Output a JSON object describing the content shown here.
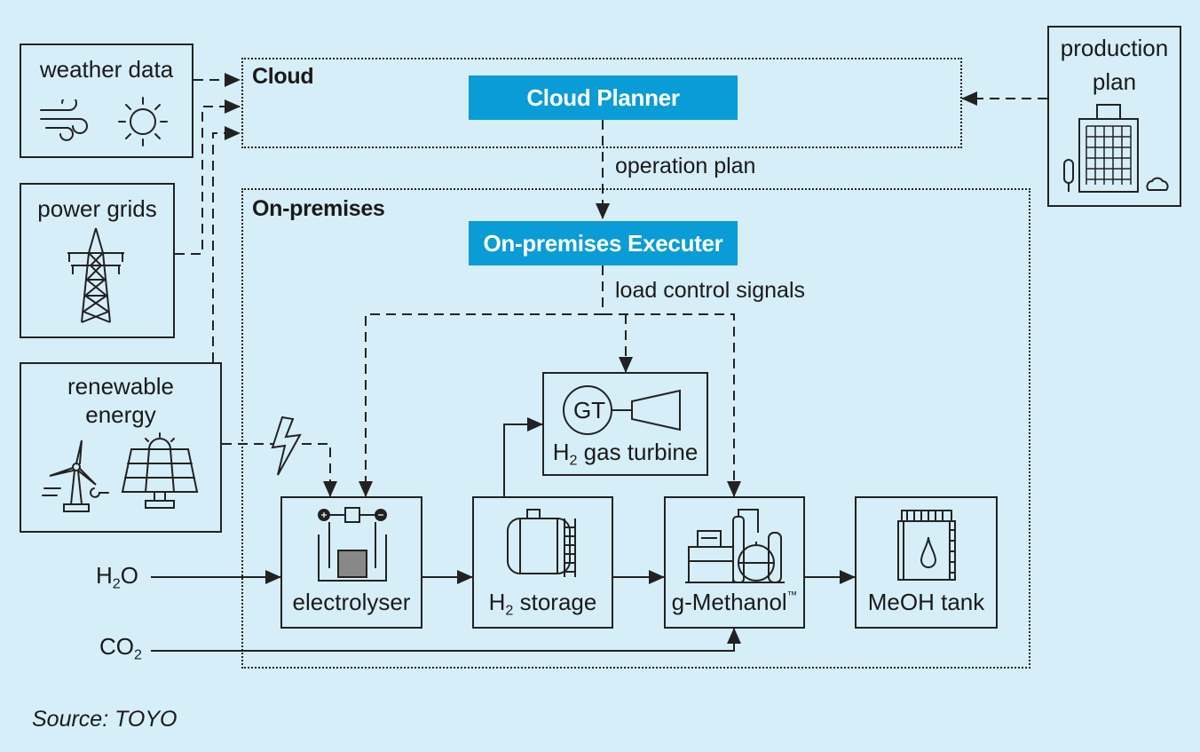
{
  "zones": {
    "cloud": "Cloud",
    "on_premises": "On-premises"
  },
  "banners": {
    "cloud_planner": "Cloud Planner",
    "executer": "On-premises Executer"
  },
  "flow_labels": {
    "operation_plan": "operation plan",
    "load_control": "load control signals"
  },
  "inputs": {
    "weather": "weather data",
    "power_grids": "power grids",
    "renewable_line1": "renewable",
    "renewable_line2": "energy",
    "production_line1": "production",
    "production_line2": "plan"
  },
  "units": {
    "electrolyser": "electrolyser",
    "h2_storage_prefix": "H",
    "h2_storage_sub": "2",
    "h2_storage_suffix": " storage",
    "turbine_badge": "GT",
    "turbine_prefix": "H",
    "turbine_sub": "2",
    "turbine_suffix": " gas turbine",
    "methanol": "g-Methanol",
    "methanol_mark": "™",
    "meoh_tank": "MeOH tank"
  },
  "feeds": {
    "h2o_prefix": "H",
    "h2o_sub": "2",
    "h2o_suffix": "O",
    "co2_prefix": "CO",
    "co2_sub": "2"
  },
  "source": "Source: TOYO",
  "colors": {
    "background": "#d6eef8",
    "banner": "#0a9cd6",
    "line": "#222222"
  }
}
